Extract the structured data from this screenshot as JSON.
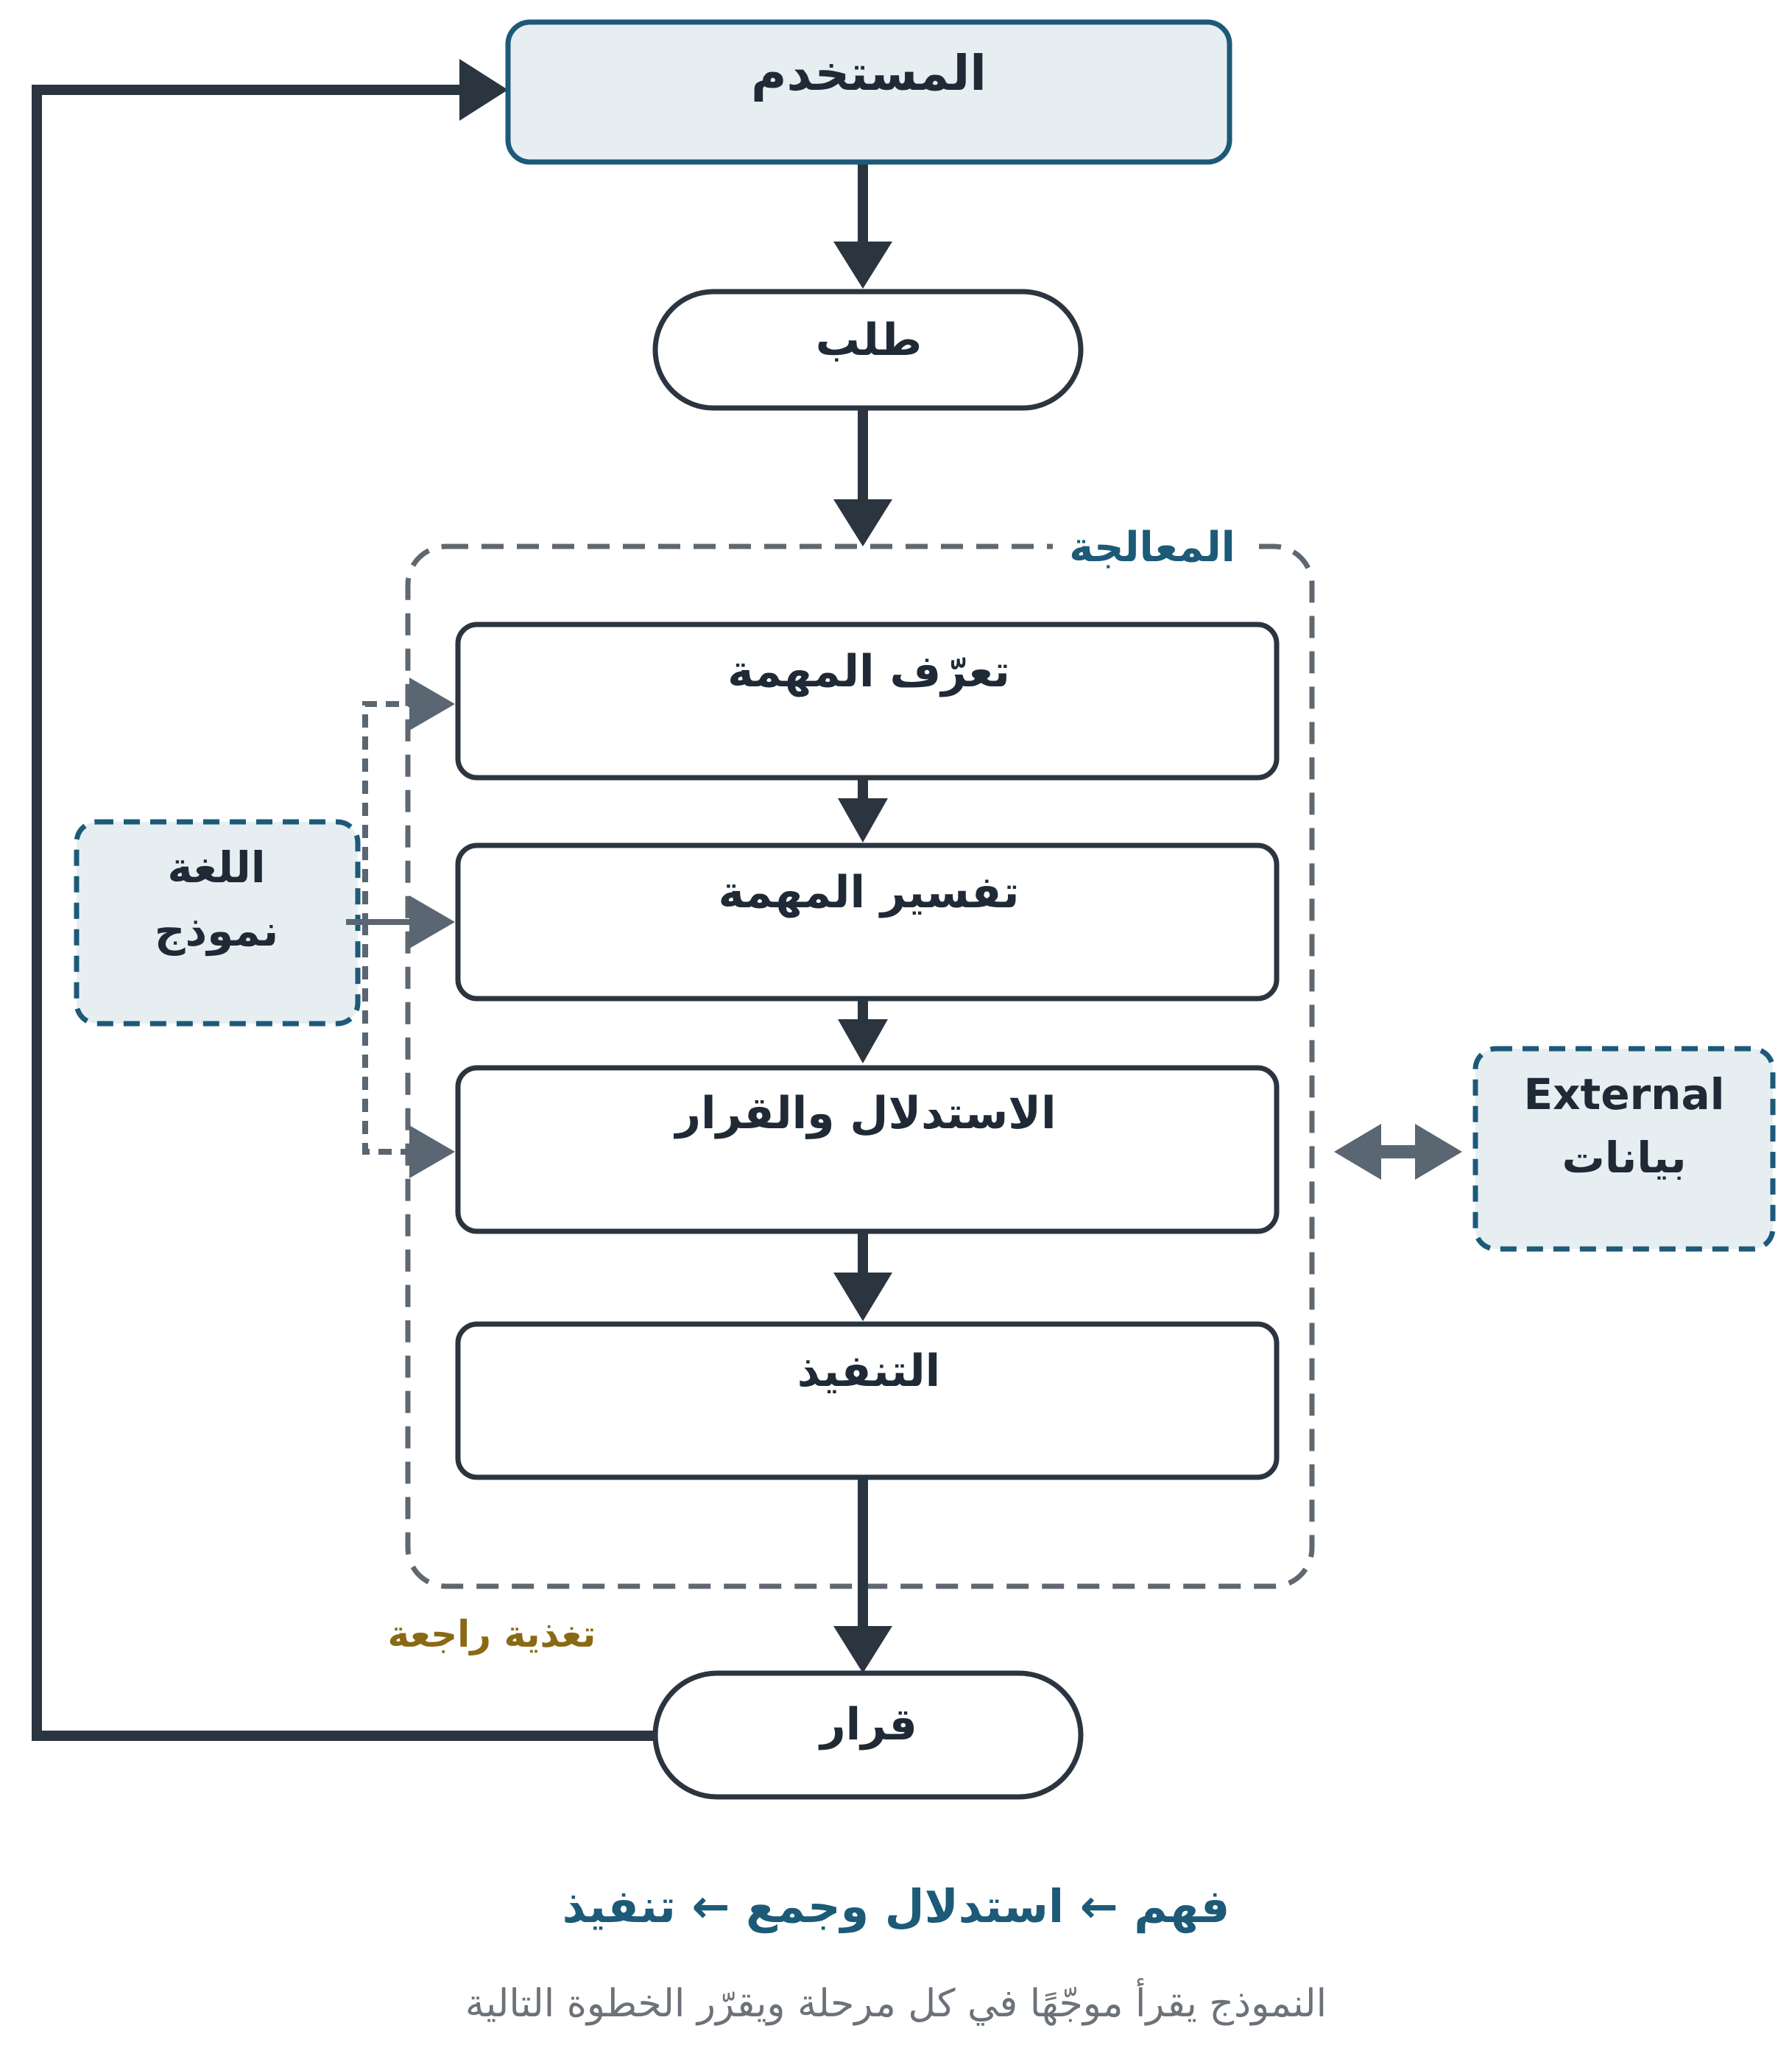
{
  "diagram": {
    "nodes": {
      "user": "المستخدم",
      "request": "طلب",
      "task_recognition": "تعرّف المهمة",
      "task_interpretation": "تفسير المهمة",
      "reasoning_decision": "الاستدلال والقرار",
      "execution": "التنفيذ",
      "decision": "قرار"
    },
    "processing_group_label": "المعالجة",
    "feedback_label": "تغذية راجعة",
    "language_model": {
      "line1": "اللغة",
      "line2": "نموذج"
    },
    "external_data": {
      "line1": "External",
      "line2": "بيانات"
    },
    "caption": "فهم ← استدلال وجمع ← تنفيذ",
    "subcaption": "النموذج يقرأ موجّهًا في كل مرحلة ويقرّر الخطوة التالية"
  },
  "colors": {
    "dark_stroke": "#2b3540",
    "accent_teal": "#1c5a78",
    "box_fill_light": "#e6eef2",
    "gray_arrow": "#5a6672",
    "feedback_gold": "#8a6914"
  }
}
